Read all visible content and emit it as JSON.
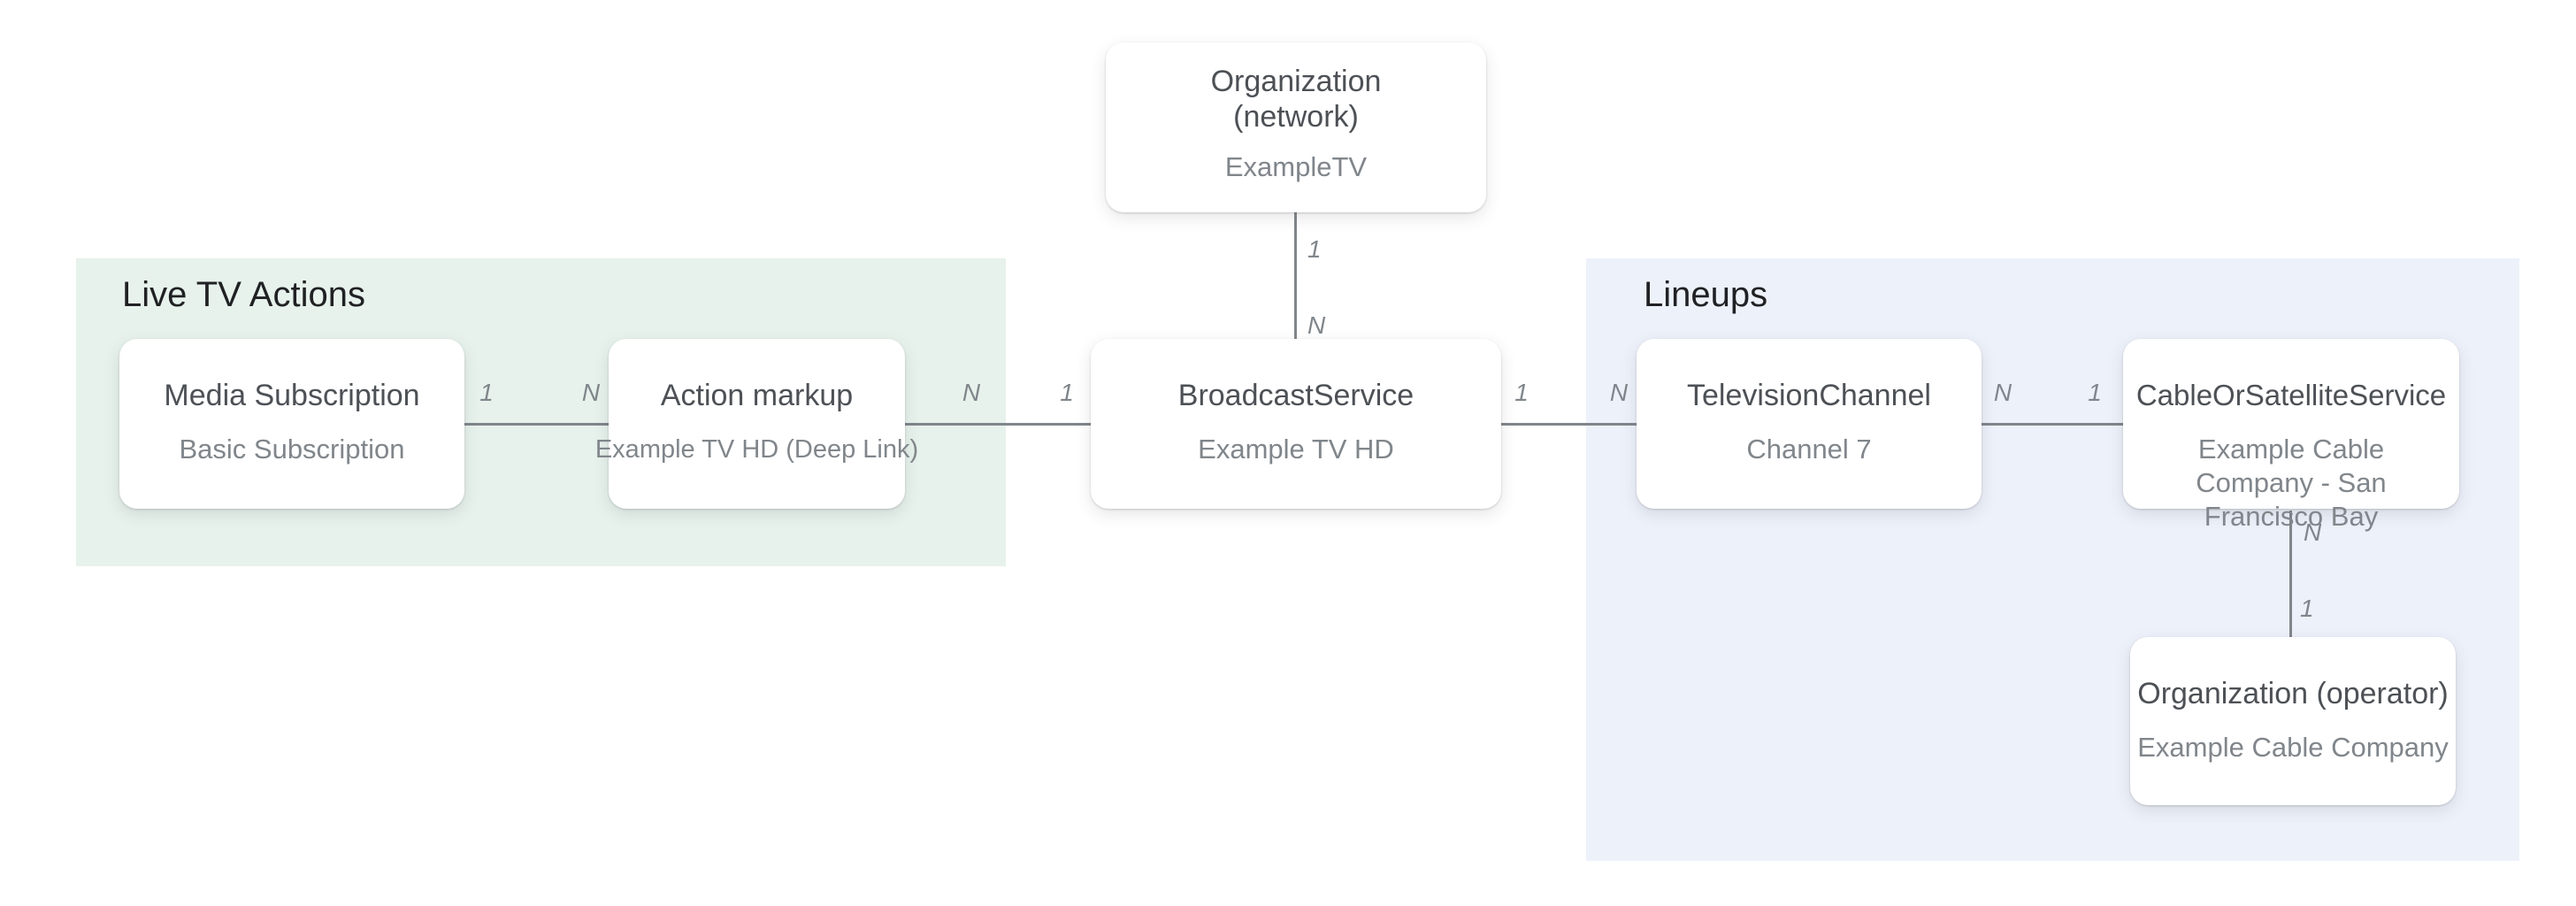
{
  "regions": {
    "live_tv_actions": {
      "label": "Live TV Actions"
    },
    "lineups": {
      "label": "Lineups"
    }
  },
  "nodes": {
    "organization_network": {
      "title": "Organization (network)",
      "subtitle": "ExampleTV"
    },
    "media_subscription": {
      "title": "Media Subscription",
      "subtitle": "Basic Subscription"
    },
    "action_markup": {
      "title": "Action markup",
      "subtitle": "Example TV HD (Deep Link)"
    },
    "broadcast_service": {
      "title": "BroadcastService",
      "subtitle": "Example TV HD"
    },
    "television_channel": {
      "title": "TelevisionChannel",
      "subtitle": "Channel 7"
    },
    "cable_or_satellite_service": {
      "title": "CableOrSatelliteService",
      "subtitle": "Example Cable Company - San Francisco Bay"
    },
    "organization_operator": {
      "title": "Organization (operator)",
      "subtitle": "Example Cable Company"
    }
  },
  "edges": {
    "network_to_broadcast": {
      "start": "1",
      "end": "N"
    },
    "media_to_action": {
      "start": "1",
      "end": "N"
    },
    "action_to_broadcast": {
      "start": "N",
      "end": "1"
    },
    "broadcast_to_channel": {
      "start": "1",
      "end": "N"
    },
    "channel_to_cable": {
      "start": "N",
      "end": "1"
    },
    "cable_to_operator": {
      "start": "N",
      "end": "1"
    }
  },
  "colors": {
    "live_tv_actions_region": "#e7f2ec",
    "lineups_region": "#edf1fa",
    "card_background": "#ffffff",
    "card_title": "#4d5156",
    "card_subtitle": "#80868b",
    "region_heading": "#202124",
    "connector_line": "#80868b"
  }
}
